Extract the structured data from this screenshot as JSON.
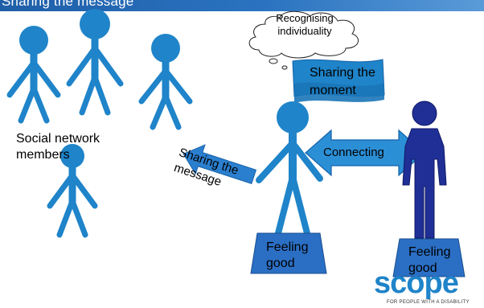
{
  "header": {
    "title": "Sharing the message"
  },
  "labels": {
    "social_network_members": "Social network members",
    "recognising_individuality": "Recognising individuality",
    "sharing_the_moment": "Sharing the moment",
    "connecting": "Connecting",
    "sharing_the_message": "Sharing the message",
    "feeling_good_left": "Feeling good",
    "feeling_good_right": "Feeling good"
  },
  "logo": {
    "name": "scope",
    "tagline": "FOR PEOPLE WITH A DISABILITY"
  },
  "colors": {
    "light_figure": "#1f84c9",
    "dark_figure": "#1f2f95",
    "pedestal": "#2b6fc4",
    "header_bar": "#1f5fa8"
  }
}
